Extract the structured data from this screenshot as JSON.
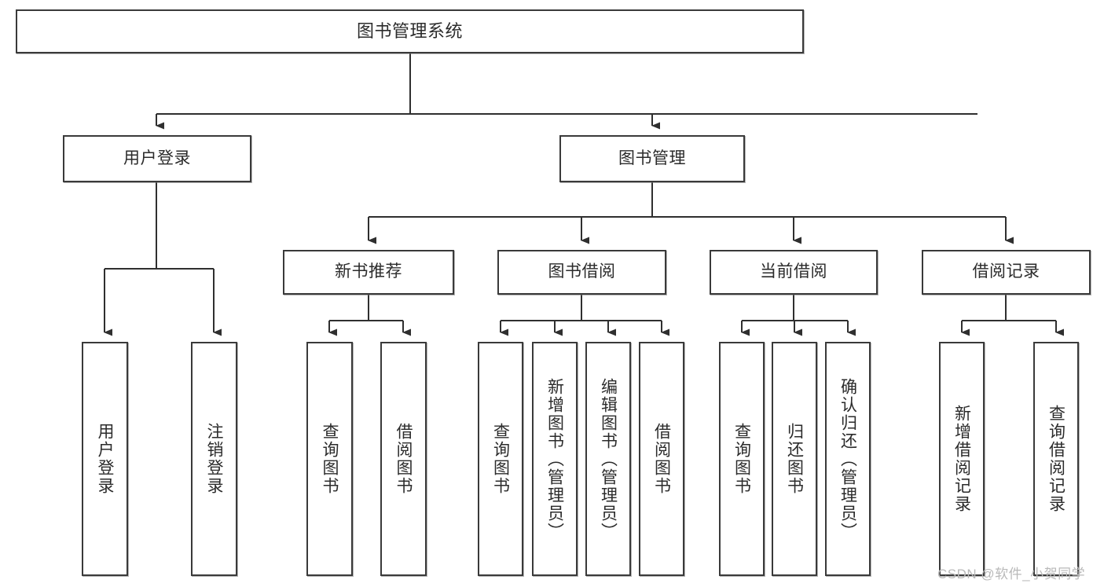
{
  "diagram": {
    "type": "tree",
    "title": "图书管理系统",
    "style": {
      "box_border_color": "#3a3a3a",
      "box_fill": "#ffffff",
      "edge_color": "#2f2f2f",
      "text_color": "#2b2b2b",
      "background": "#ffffff"
    },
    "root": {
      "label": "图书管理系统"
    },
    "level2": [
      {
        "id": "user-login",
        "label": "用户登录"
      },
      {
        "id": "book-manage",
        "label": "图书管理"
      }
    ],
    "level3": [
      {
        "id": "new-book-recommend",
        "label": "新书推荐"
      },
      {
        "id": "book-borrow",
        "label": "图书借阅"
      },
      {
        "id": "current-borrow",
        "label": "当前借阅"
      },
      {
        "id": "borrow-record",
        "label": "借阅记录"
      }
    ],
    "leaves": {
      "user_login": [
        {
          "id": "leaf-user-login",
          "label": "用户登录"
        },
        {
          "id": "leaf-logout-login",
          "label": "注销登录"
        }
      ],
      "new_book_recommend": [
        {
          "id": "leaf-query-book-1",
          "label": "查询图书"
        },
        {
          "id": "leaf-borrow-book-1",
          "label": "借阅图书"
        }
      ],
      "book_borrow": [
        {
          "id": "leaf-query-book-2",
          "label": "查询图书"
        },
        {
          "id": "leaf-add-book",
          "label": "新增图书（管理员）"
        },
        {
          "id": "leaf-edit-book",
          "label": "编辑图书（管理员）"
        },
        {
          "id": "leaf-borrow-book-2",
          "label": "借阅图书"
        }
      ],
      "current_borrow": [
        {
          "id": "leaf-query-book-3",
          "label": "查询图书"
        },
        {
          "id": "leaf-return-book",
          "label": "归还图书"
        },
        {
          "id": "leaf-confirm-return",
          "label": "确认归还（管理员）"
        }
      ],
      "borrow_record": [
        {
          "id": "leaf-add-borrow-record",
          "label": "新增借阅记录"
        },
        {
          "id": "leaf-query-borrow-record",
          "label": "查询借阅记录"
        }
      ]
    }
  },
  "watermark": {
    "text": "CSDN @软件_小贺同学"
  }
}
